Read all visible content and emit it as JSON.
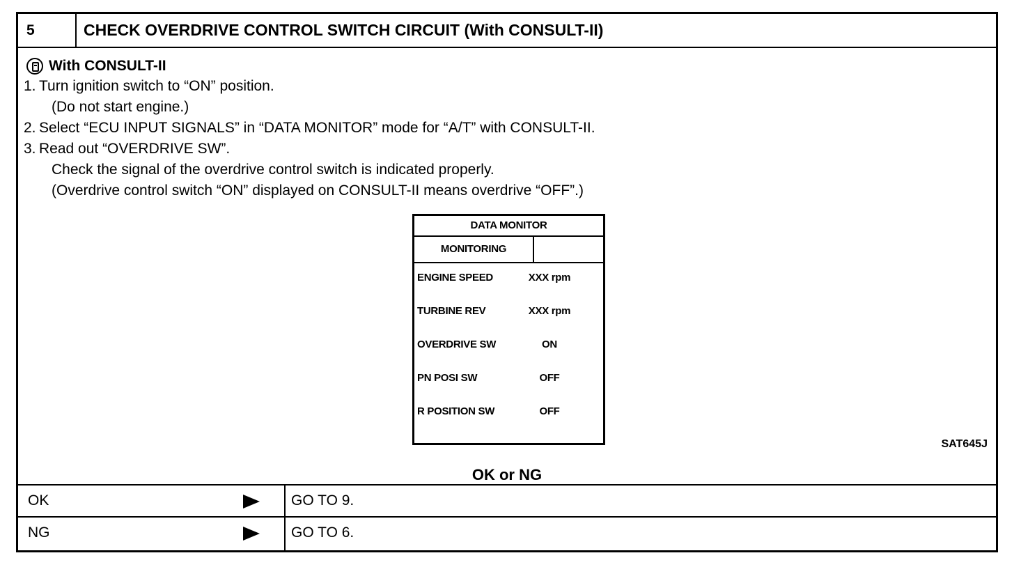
{
  "header": {
    "step_number": "5",
    "title": "CHECK OVERDRIVE CONTROL SWITCH CIRCUIT (With CONSULT-II)"
  },
  "consult": {
    "icon": "consult-ii-icon",
    "label": "With CONSULT-II"
  },
  "instructions": [
    {
      "num": "1.",
      "text": "Turn ignition switch to “ON” position."
    },
    {
      "num": "",
      "text": "(Do not start engine.)"
    },
    {
      "num": "2.",
      "text": "Select “ECU INPUT SIGNALS” in “DATA MONITOR” mode for “A/T” with CONSULT-II."
    },
    {
      "num": "3.",
      "text": "Read out “OVERDRIVE SW”."
    },
    {
      "num": "",
      "text": "Check the signal of the overdrive control switch is indicated properly."
    },
    {
      "num": "",
      "text": "(Overdrive control switch “ON” displayed on CONSULT-II means overdrive “OFF”.)"
    }
  ],
  "data_monitor": {
    "title": "DATA MONITOR",
    "status": "MONITORING",
    "rows": [
      {
        "item": "ENGINE SPEED",
        "value": "XXX rpm"
      },
      {
        "item": "TURBINE REV",
        "value": "XXX rpm"
      },
      {
        "item": "OVERDRIVE SW",
        "value": "ON"
      },
      {
        "item": "PN POSI SW",
        "value": "OFF"
      },
      {
        "item": "R POSITION SW",
        "value": "OFF"
      }
    ]
  },
  "figure_id": "SAT645J",
  "question": "OK or NG",
  "results": [
    {
      "result": "OK",
      "arrow_icon": "arrow-right-icon",
      "action": "GO TO 9."
    },
    {
      "result": "NG",
      "arrow_icon": "arrow-right-icon",
      "action": "GO TO 6."
    }
  ]
}
